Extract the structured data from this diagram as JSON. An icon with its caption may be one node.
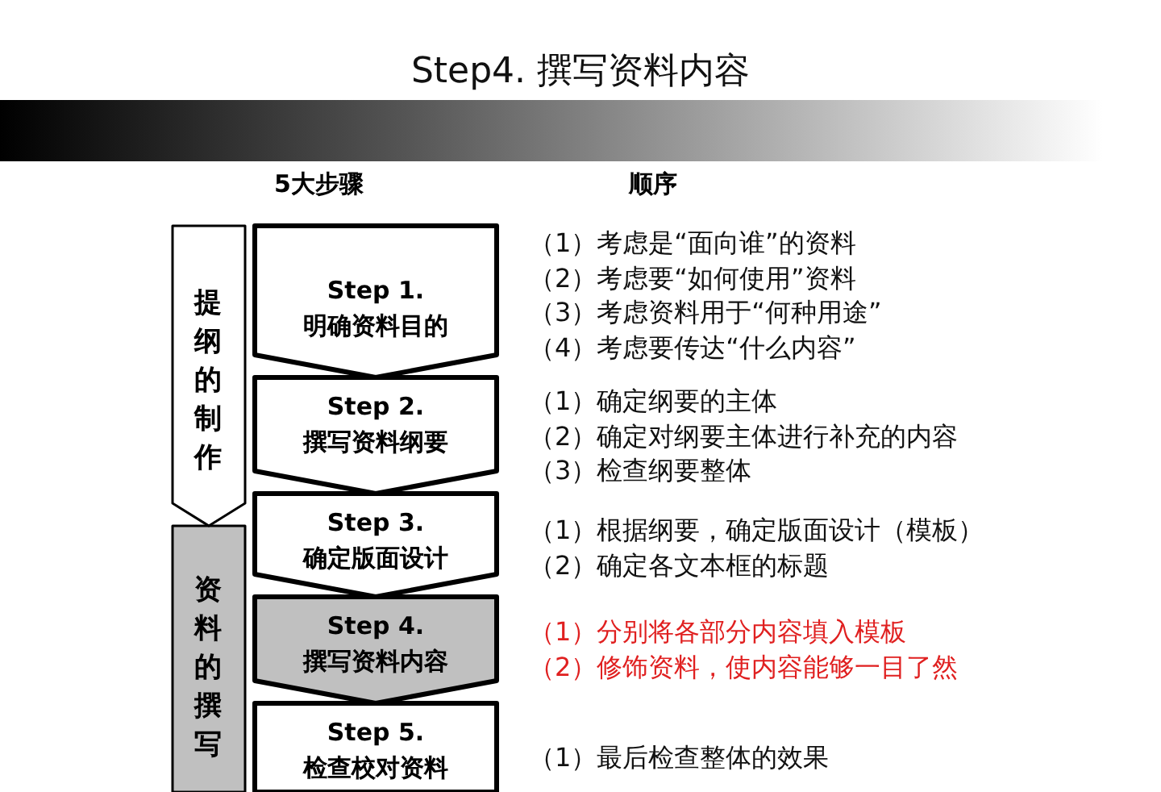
{
  "diagram": {
    "title": "Step4. 撰写资料内容",
    "nodes": [
      {
        "text": [
          "提纲的制作"
        ]
      },
      {
        "text": [
          "资料的撰写"
        ]
      },
      {
        "text": [
          "Step 1.",
          "明确资料目的"
        ],
        "beside": [
          "（1）考虑是“面向谁”的资料",
          "（2）考虑要“如何使用”资料",
          "（3）考虑资料用于“何种用途”",
          "（4）考虑要传达“什么内容”"
        ]
      },
      {
        "text": [
          "Step 2.",
          "撰写资料纲要"
        ],
        "beside": [
          "（1）确定纲要的主体",
          "（2）确定对纲要主体进行补充的内容",
          "（3）检查纲要整体"
        ]
      },
      {
        "text": [
          "Step 3.",
          "确定版面设计"
        ],
        "beside": [
          "（1）根据纲要，确定版面设计（模板）",
          "（2）确定各文本框的标题"
        ]
      },
      {
        "text": [
          "Step 4.",
          "撰写资料内容"
        ],
        "beside": [
          "（1）分别将各部分内容填入模板",
          "（2）修饰资料，使内容能够一目了然"
        ]
      },
      {
        "text": [
          "Step 5.",
          "检查校对资料"
        ],
        "beside": [
          "（1）最后检查整体的效果"
        ]
      }
    ],
    "edges": [],
    "labels": [
      "5大步骤",
      "顺序"
    ]
  }
}
